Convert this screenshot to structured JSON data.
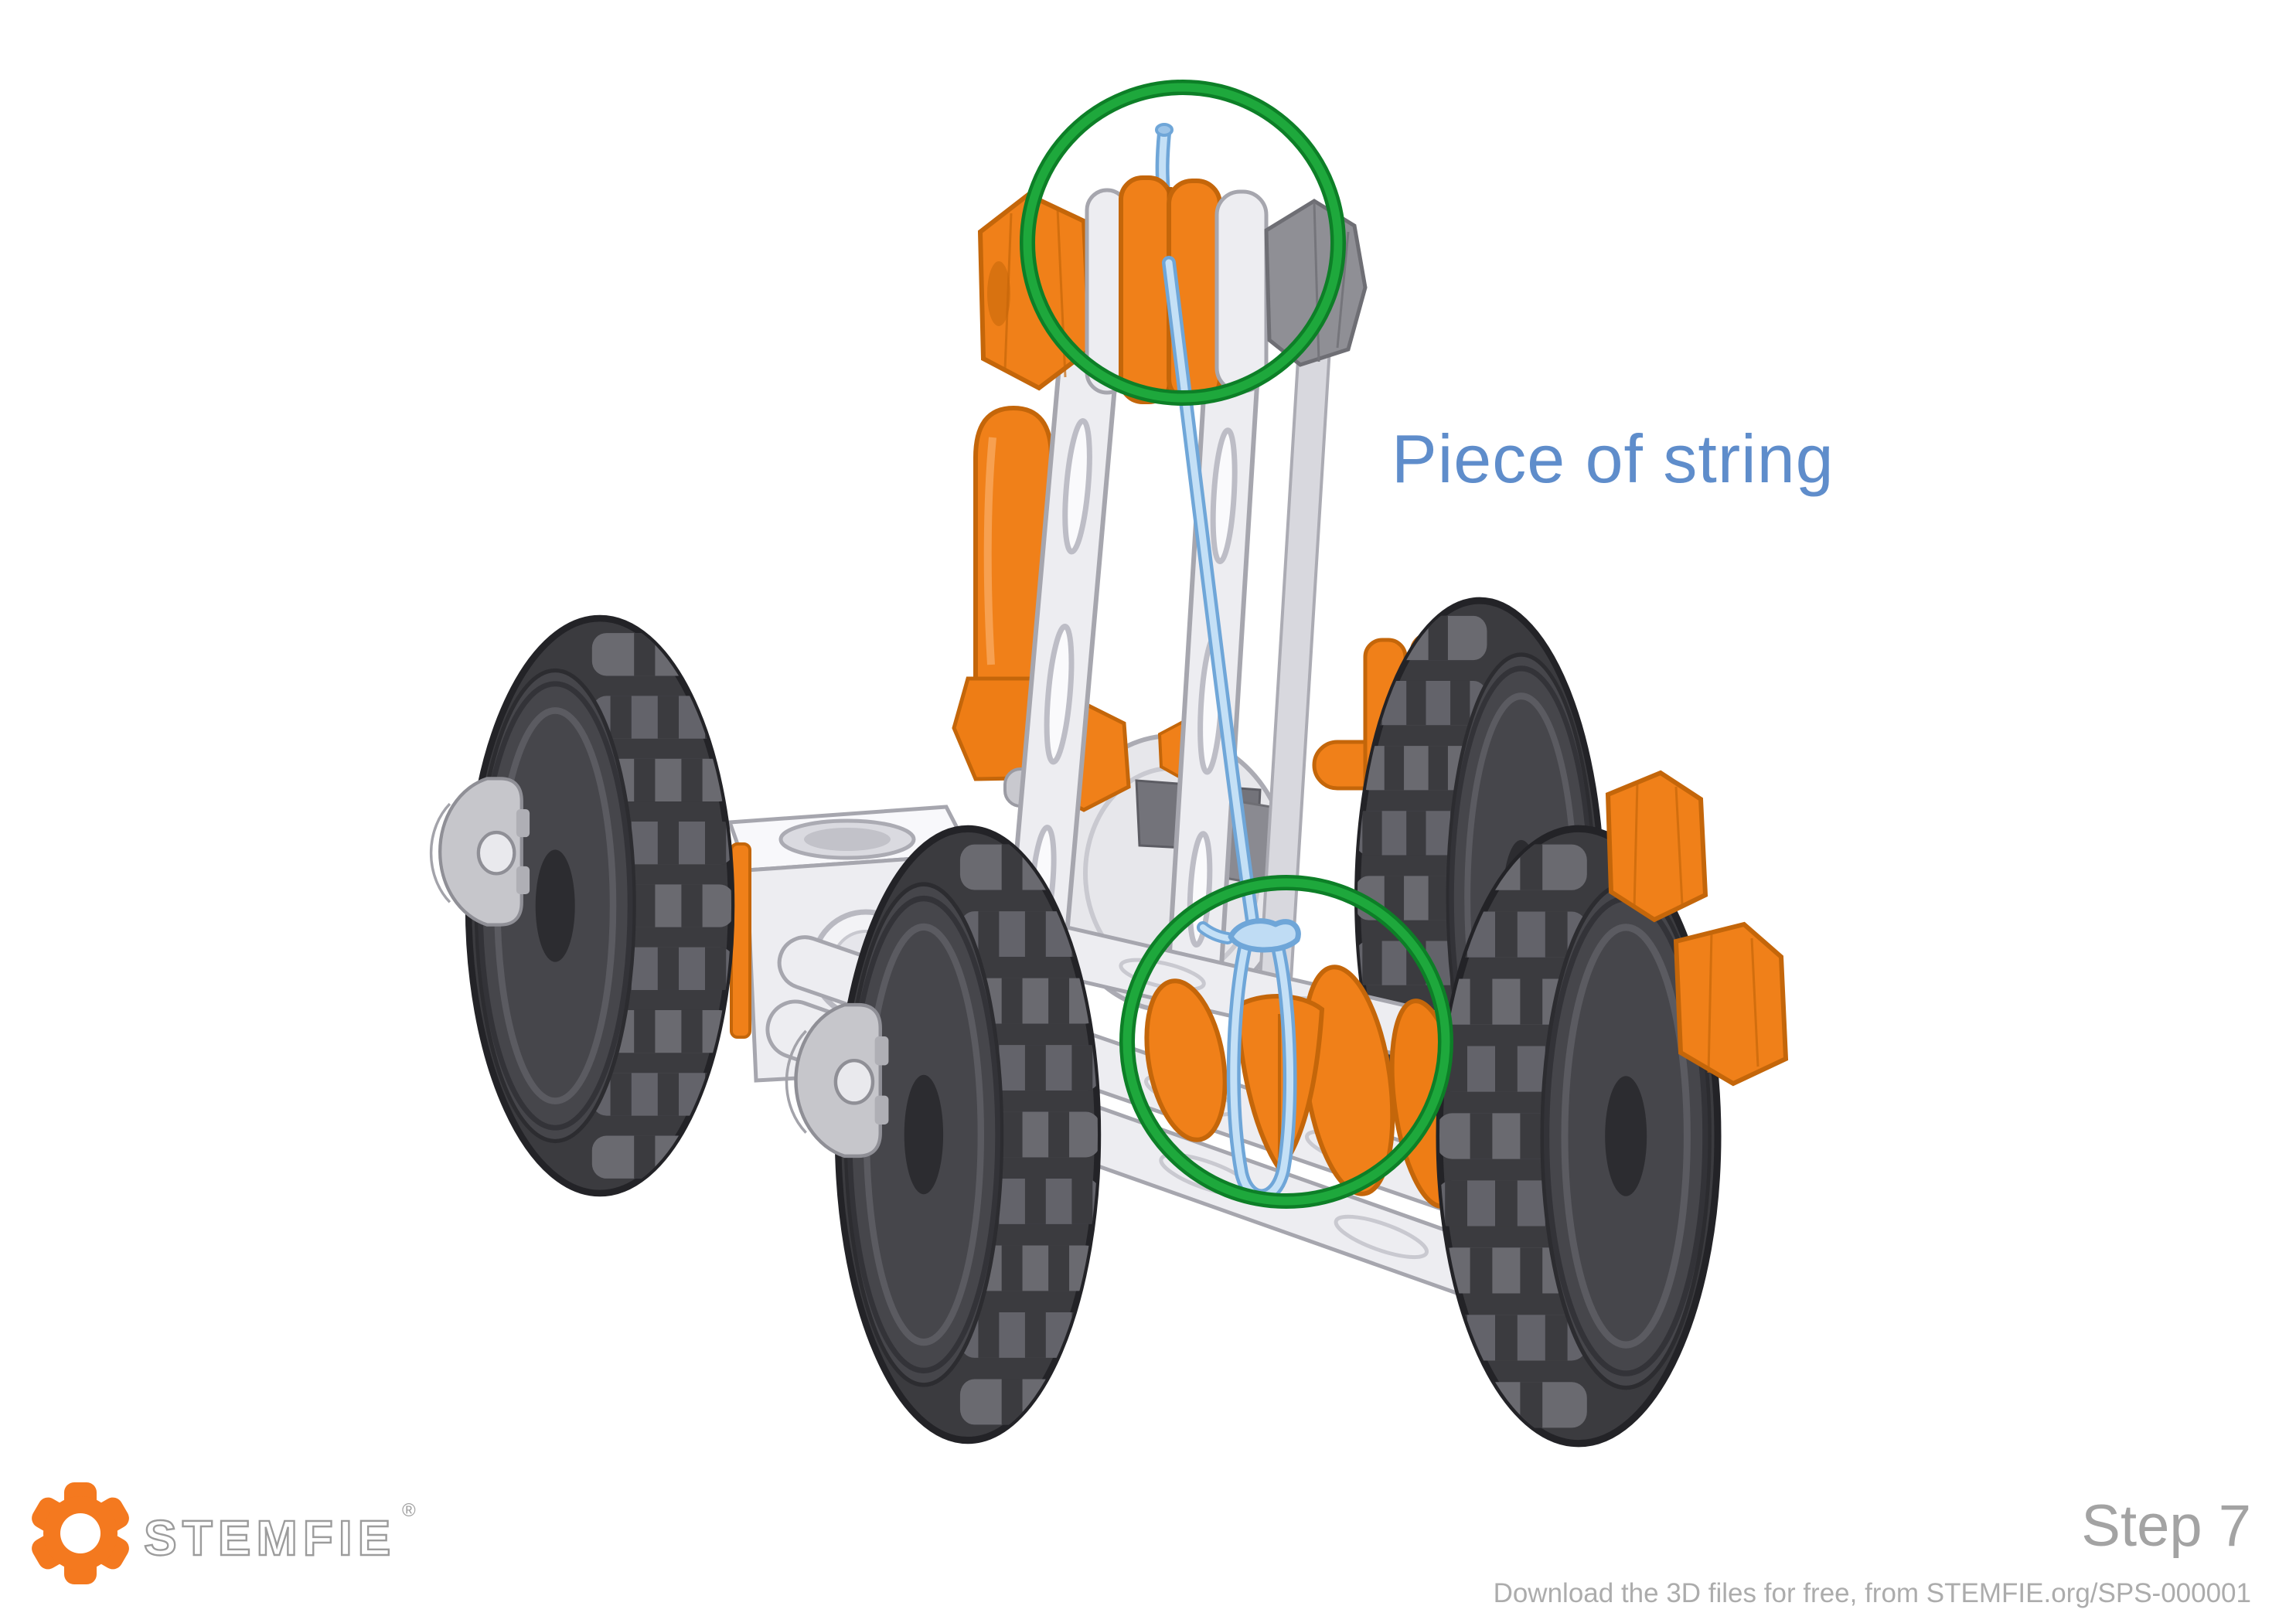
{
  "page": {
    "background": "#FFFFFF"
  },
  "annotation": {
    "label": "Piece of string"
  },
  "footer": {
    "brand_name": "STEMFIE",
    "brand_registered": "®",
    "step_label": "Step 7",
    "download_note": "Download the 3D files for free, from STEMFIE.org/SPS-000001"
  },
  "illustration": {
    "subject": "STEMFIE four-wheeled rover model with a string routed over the top pulley and tied to the lower pulley",
    "highlight_circle_count": 2
  },
  "colors": {
    "accent-orange": "#F08019",
    "orange-outline": "#C4660A",
    "part-white": "#EDEDF1",
    "part-outline": "#A6A6AE",
    "metal-gray": "#8F8F95",
    "tire-dark": "#3B3B3F",
    "tread-gray": "#6A6A70",
    "highlight-green": "#1EA83C",
    "green-dark": "#0D7F27",
    "string-blue-light": "#C4E0F6",
    "string-blue": "#6FA6D8",
    "label-blue": "#5F8DCB",
    "step-gray": "#A3A3A3",
    "note-gray": "#ACACAC",
    "logo-orange": "#F4791F",
    "logo-gray": "#9C9C9C"
  }
}
